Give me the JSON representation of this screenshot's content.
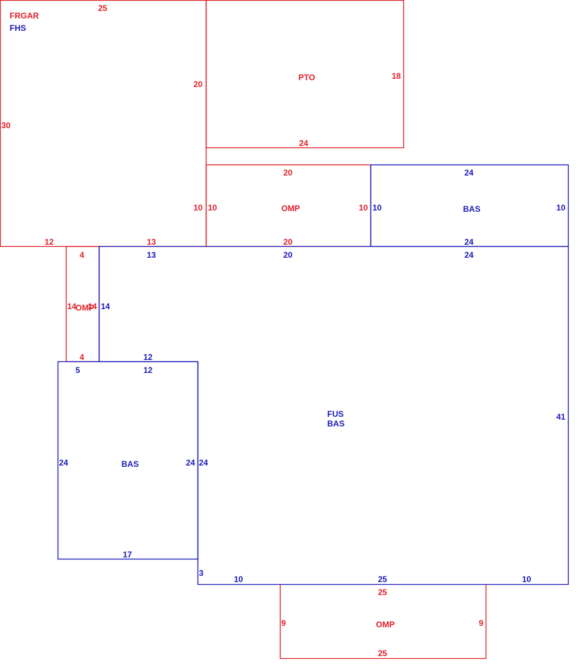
{
  "colors": {
    "red": "#e0202a",
    "blue": "#1a1ab8",
    "background": "#ffffff"
  },
  "areas": {
    "frgar": {
      "code": "FRGAR",
      "sub": "FHS",
      "top": "25",
      "left": "30",
      "right": "20",
      "right_lower": "10",
      "bottom_left": "12",
      "bottom_right": "13"
    },
    "pto": {
      "code": "PTO",
      "right": "18",
      "bottom": "24"
    },
    "omp_mid": {
      "code": "OMP",
      "top": "20",
      "left": "10",
      "right": "10",
      "bottom": "20"
    },
    "bas_top": {
      "code": "BAS",
      "top": "24",
      "left": "10",
      "right": "10",
      "bottom": "24"
    },
    "omp_small": {
      "code": "OMP",
      "top": "4",
      "left": "14",
      "right": "14",
      "bottom": "4"
    },
    "fus": {
      "code": "FUS",
      "sub": "BAS",
      "top_left": "13",
      "top_mid": "20",
      "top_right": "24",
      "left_upper": "14",
      "step_top": "12",
      "right": "41",
      "bottom_left": "10",
      "bottom_mid": "25",
      "bottom_right": "10",
      "step_side": "3"
    },
    "bas_left": {
      "code": "BAS",
      "top_left": "5",
      "top": "12",
      "left": "24",
      "right_inner": "24",
      "right_outer": "24",
      "bottom": "17"
    },
    "omp_bottom": {
      "code": "OMP",
      "top": "25",
      "left": "9",
      "right": "9",
      "bottom": "25"
    }
  }
}
